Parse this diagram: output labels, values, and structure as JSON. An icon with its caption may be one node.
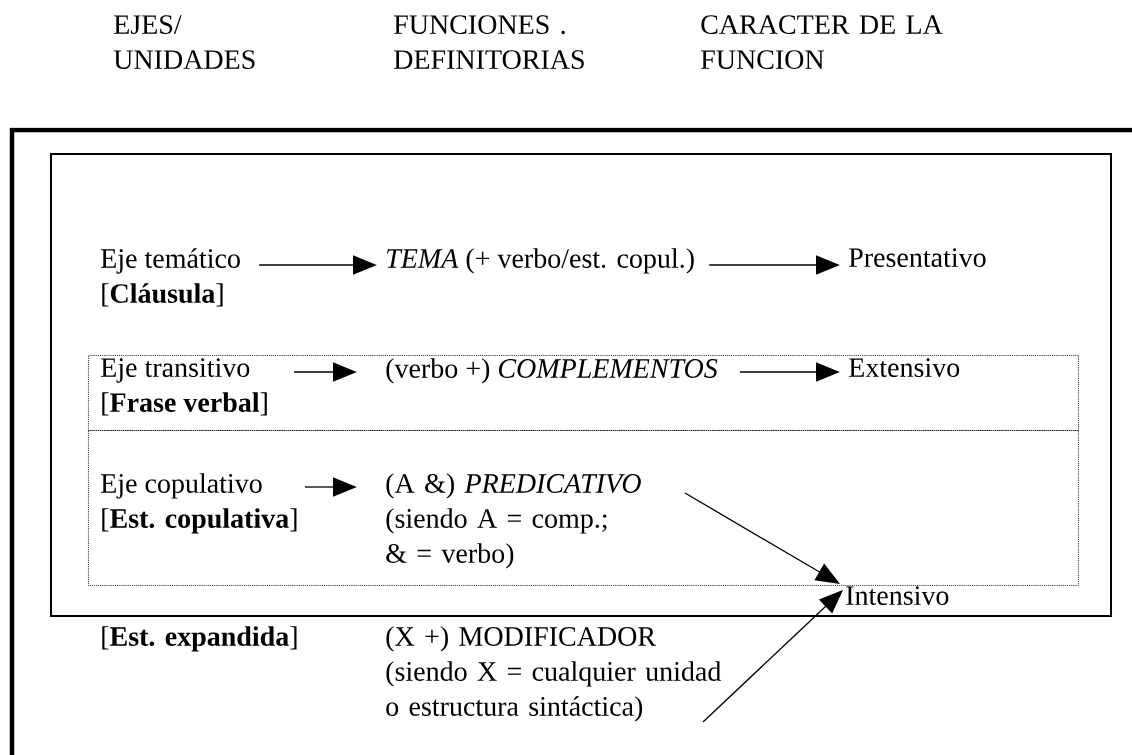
{
  "diagram": {
    "nodes": [
      {
        "text": [],
        "shape": "box"
      },
      {
        "text": [],
        "shape": "box",
        "in": 0
      },
      {
        "text": [],
        "shape": "box",
        "in": 0
      },
      {
        "text": [
          "Eje temático",
          "[**Cláusula**]"
        ],
        "in": 0
      },
      {
        "text": [
          "*TEMA* (+ verbo/est. copul.)"
        ],
        "in": 0
      },
      {
        "text": [
          "Presentativo"
        ],
        "in": 0
      },
      {
        "text": [
          "Eje transitivo",
          "[**Frase verbal**]"
        ],
        "in": 1
      },
      {
        "text": [
          "(verbo +) *COMPLEMENTOS*"
        ],
        "in": 1
      },
      {
        "text": [
          "Extensivo"
        ],
        "in": 1
      },
      {
        "text": [
          "Eje copulativo",
          "[**Est. copulativa**]"
        ],
        "in": 2
      },
      {
        "text": [
          "(A &) *PREDICATIVO*",
          "(siendo A = comp.; & = verbo)"
        ],
        "in": 2
      },
      {
        "text": [
          "Intensivo"
        ],
        "in": 0
      },
      {
        "text": [
          "[**Est. expandida**]"
        ]
      },
      {
        "text": [
          "(X +) MODIFICADOR",
          "(siendo X = cualquier unidad o estructura sintáctica)"
        ]
      }
    ],
    "edges": [
      {
        "from": 3,
        "to": 4,
        "arrow": "to"
      },
      {
        "from": 4,
        "to": 5,
        "arrow": "to"
      },
      {
        "from": 6,
        "to": 7,
        "arrow": "to"
      },
      {
        "from": 7,
        "to": 8,
        "arrow": "to"
      },
      {
        "from": 9,
        "to": 10,
        "arrow": "to"
      },
      {
        "from": 10,
        "to": 11,
        "arrow": "to"
      },
      {
        "from": 13,
        "to": 11,
        "arrow": "to"
      }
    ],
    "labels": [
      "EJES/ UNIDADES",
      "FUNCIONES . DEFINITORIAS",
      "CARACTER DE LA FUNCION"
    ]
  }
}
